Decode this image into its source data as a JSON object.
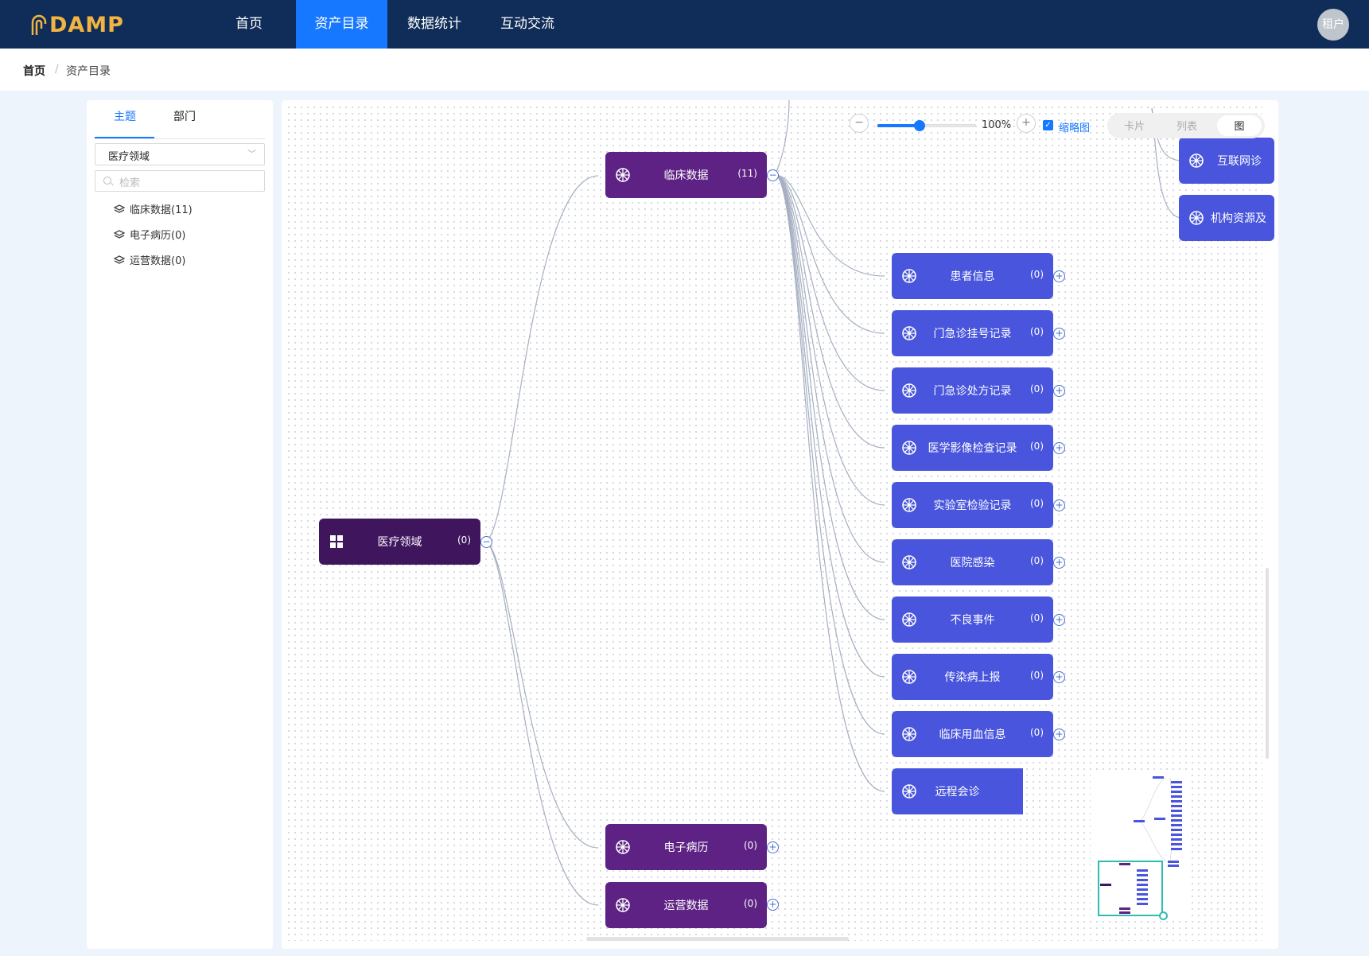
{
  "app": {
    "logo_text": "DAMP"
  },
  "nav": {
    "home": "首页",
    "catalog": "资产目录",
    "stats": "数据统计",
    "interact": "互动交流"
  },
  "user": {
    "avatar_text": "租户"
  },
  "breadcrumb": {
    "home": "首页",
    "sep": "/",
    "current": "资产目录"
  },
  "sidebar": {
    "tabs": [
      "主题",
      "部门"
    ],
    "domain_select": "医疗领域",
    "search_placeholder": "检索",
    "items": [
      {
        "label": "临床数据(11)"
      },
      {
        "label": "电子病历(0)"
      },
      {
        "label": "运营数据(0)"
      }
    ]
  },
  "toolbar": {
    "zoom": "100%",
    "zoom_level": 0.42,
    "minimap_label": "缩略图",
    "minimap_checked": true,
    "views": [
      "卡片",
      "列表",
      "图"
    ],
    "active_view": "图"
  },
  "graph": {
    "root": {
      "label": "医疗领域",
      "count": "(0)"
    },
    "level1": [
      {
        "label": "临床数据",
        "count": "(11)"
      },
      {
        "label": "电子病历",
        "count": "(0)"
      },
      {
        "label": "运营数据",
        "count": "(0)"
      }
    ],
    "level2": [
      {
        "label": "患者信息",
        "count": "(0)"
      },
      {
        "label": "门急诊挂号记录",
        "count": "(0)"
      },
      {
        "label": "门急诊处方记录",
        "count": "(0)"
      },
      {
        "label": "医学影像检查记录",
        "count": "(0)"
      },
      {
        "label": "实验室检验记录",
        "count": "(0)"
      },
      {
        "label": "医院感染",
        "count": "(0)"
      },
      {
        "label": "不良事件",
        "count": "(0)"
      },
      {
        "label": "传染病上报",
        "count": "(0)"
      },
      {
        "label": "临床用血信息",
        "count": "(0)"
      },
      {
        "label": "远程会诊",
        "count": ""
      }
    ],
    "partial": [
      {
        "label": "互联网诊"
      },
      {
        "label": "机构资源及"
      }
    ]
  },
  "colors": {
    "nav_bg": "#0f2d58",
    "accent": "#1677ff",
    "root_node": "#3f155e",
    "level1_node": "#5d2283",
    "level2_node": "#4855dc",
    "minimap_frame": "#2ebdb0"
  }
}
